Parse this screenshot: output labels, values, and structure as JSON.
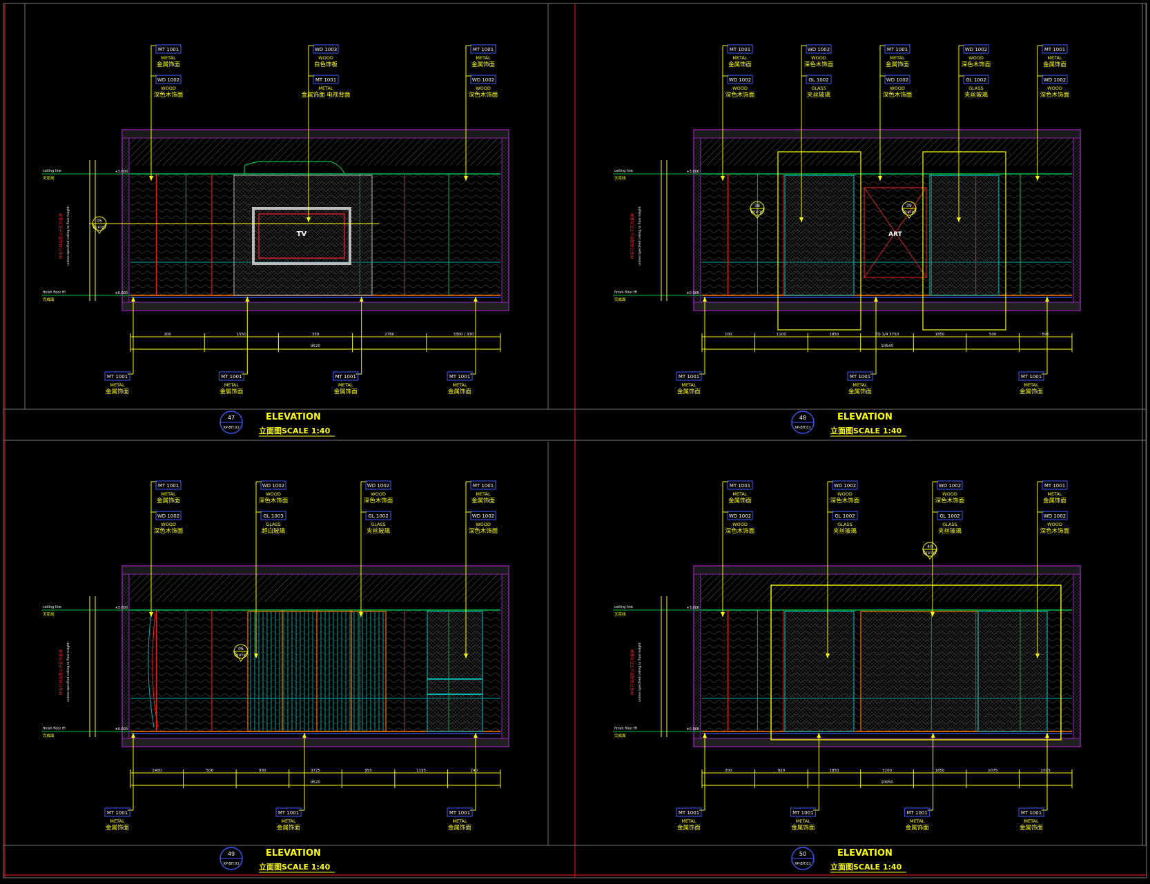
{
  "colors": {
    "background": "#000000",
    "frame": "#7a7a7a",
    "border_red": "#d01818",
    "leader": "#ffff00",
    "tag_box": "#3b5bff",
    "tag_text": "#ffffff",
    "outline_magenta": "#a020c0",
    "panel_green": "#00c040",
    "panel_cyan": "#00b0b0",
    "accent_orange": "#ff7a00",
    "accent_red": "#ff2020",
    "hatch": "#6a6a6a"
  },
  "sheets": [
    {
      "id": "s47",
      "title_number": "47",
      "title_ref": "XP-BIT.01",
      "title_en": "ELEVATION",
      "title_cn": "立面图SCALE 1:40",
      "level_top_label": "ceiling line",
      "level_top_cn": "天花线",
      "level_top_val": "+3.000",
      "level_bot_label": "finish floor ffl",
      "level_bot_cn": "完成面",
      "level_bot_val": "±0.000",
      "vertical_note_cn": "所有灯具高度以天花为基准",
      "vertical_note_en": "unless specified ceiling to floor height",
      "tv_label": "TV",
      "dims_bottom": [
        "200",
        "1550",
        "330",
        "2780",
        "3300 | 330"
      ],
      "dim_total": "9520",
      "top_tags": [
        {
          "code": "MT 1001",
          "en": "METAL",
          "cn": "金属饰面"
        },
        {
          "code": "WD 1002",
          "en": "WOOD",
          "cn": "深色木饰面"
        },
        {
          "code": "WD 1003",
          "en": "WOOD",
          "cn": "白色饰板"
        },
        {
          "code": "MT 1001",
          "en": "METAL",
          "cn": "金属饰面 电视背面"
        },
        {
          "code": "MT 1001",
          "en": "METAL",
          "cn": "金属饰面"
        },
        {
          "code": "WD 1002",
          "en": "WOOD",
          "cn": "深色木饰面"
        }
      ],
      "bottom_tags": [
        {
          "code": "MT 1001",
          "en": "METAL",
          "cn": "金属饰面"
        },
        {
          "code": "MT 1001",
          "en": "METAL",
          "cn": "金属饰面"
        },
        {
          "code": "MT 1001",
          "en": "METAL",
          "cn": "金属饰面"
        },
        {
          "code": "MT 1001",
          "en": "METAL",
          "cn": "金属饰面"
        }
      ]
    },
    {
      "id": "s48",
      "title_number": "48",
      "title_ref": "XP-BIT.01",
      "title_en": "ELEVATION",
      "title_cn": "立面图SCALE 1:40",
      "level_top_label": "ceiling line",
      "level_top_cn": "天花线",
      "level_top_val": "+3.000",
      "level_bot_label": "finish floor ffl",
      "level_bot_cn": "完成面",
      "level_bot_val": "±0.000",
      "vertical_note_cn": "所有灯具高度以天花为基准",
      "vertical_note_en": "unless specified ceiling to floor height",
      "art_label": "ART",
      "dims_bottom": [
        "100",
        "1100",
        "1850",
        "EQ 1/4 3750",
        "1850",
        "500",
        "595"
      ],
      "dim_total": "10545",
      "top_tags": [
        {
          "code": "MT 1001",
          "en": "METAL",
          "cn": "金属饰面"
        },
        {
          "code": "WD 1002",
          "en": "WOOD",
          "cn": "深色木饰面"
        },
        {
          "code": "WD 1002",
          "en": "WOOD",
          "cn": "深色木饰面"
        },
        {
          "code": "GL 1002",
          "en": "GLASS",
          "cn": "夹丝玻璃"
        },
        {
          "code": "MT 1001",
          "en": "METAL",
          "cn": "金属饰面"
        },
        {
          "code": "WD 1002",
          "en": "WOOD",
          "cn": "深色木饰面"
        },
        {
          "code": "WD 1002",
          "en": "WOOD",
          "cn": "深色木饰面"
        },
        {
          "code": "GL 1002",
          "en": "GLASS",
          "cn": "夹丝玻璃"
        },
        {
          "code": "MT 1001",
          "en": "METAL",
          "cn": "金属饰面"
        },
        {
          "code": "WD 1002",
          "en": "WOOD",
          "cn": "深色木饰面"
        }
      ],
      "bottom_tags": [
        {
          "code": "MT 1001",
          "en": "METAL",
          "cn": "金属饰面"
        },
        {
          "code": "MT 1001",
          "en": "METAL",
          "cn": "金属饰面"
        },
        {
          "code": "MT 1001",
          "en": "METAL",
          "cn": "金属饰面"
        }
      ]
    },
    {
      "id": "s49",
      "title_number": "49",
      "title_ref": "XP-BIT.01",
      "title_en": "ELEVATION",
      "title_cn": "立面图SCALE 1:40",
      "level_top_label": "ceiling line",
      "level_top_cn": "天花线",
      "level_top_val": "+3.000",
      "level_bot_label": "finish floor ffl",
      "level_bot_cn": "完成面",
      "level_bot_val": "±0.000",
      "vertical_note_cn": "所有灯具高度以天花为基准",
      "vertical_note_en": "unless specified ceiling to floor height",
      "dims_bottom": [
        "1400",
        "500",
        "930",
        "3725",
        "955",
        "1195",
        "240"
      ],
      "dim_total": "9520",
      "top_tags": [
        {
          "code": "MT 1001",
          "en": "METAL",
          "cn": "金属饰面"
        },
        {
          "code": "WD 1002",
          "en": "WOOD",
          "cn": "深色木饰面"
        },
        {
          "code": "WD 1002",
          "en": "WOOD",
          "cn": "深色木饰面"
        },
        {
          "code": "GL 1003",
          "en": "GLASS",
          "cn": "超白玻璃"
        },
        {
          "code": "WD 1002",
          "en": "WOOD",
          "cn": "深色木饰面"
        },
        {
          "code": "GL 1002",
          "en": "GLASS",
          "cn": "夹丝玻璃"
        },
        {
          "code": "MT 1001",
          "en": "METAL",
          "cn": "金属饰面"
        },
        {
          "code": "WD 1002",
          "en": "WOOD",
          "cn": "深色木饰面"
        }
      ],
      "bottom_tags": [
        {
          "code": "MT 1001",
          "en": "METAL",
          "cn": "金属饰面"
        },
        {
          "code": "MT 1001",
          "en": "METAL",
          "cn": "金属饰面"
        },
        {
          "code": "MT 1001",
          "en": "METAL",
          "cn": "金属饰面"
        }
      ]
    },
    {
      "id": "s50",
      "title_number": "50",
      "title_ref": "XP-BIT.01",
      "title_en": "ELEVATION",
      "title_cn": "立面图SCALE 1:40",
      "level_top_label": "ceiling line",
      "level_top_cn": "天花线",
      "level_top_val": "+3.000",
      "level_bot_label": "finish floor ffl",
      "level_bot_cn": "完成面",
      "level_bot_val": "±0.000",
      "vertical_note_cn": "所有灯具高度以天花为基准",
      "vertical_note_en": "unless specified ceiling to floor height",
      "dims_bottom": [
        "200",
        "920",
        "1850",
        "3100",
        "1850",
        "1075",
        "1075"
      ],
      "dim_total": "10050",
      "top_tags": [
        {
          "code": "MT 1001",
          "en": "METAL",
          "cn": "金属饰面"
        },
        {
          "code": "WD 1002",
          "en": "WOOD",
          "cn": "深色木饰面"
        },
        {
          "code": "WD 1002",
          "en": "WOOD",
          "cn": "深色木饰面"
        },
        {
          "code": "GL 1002",
          "en": "GLASS",
          "cn": "夹丝玻璃"
        },
        {
          "code": "WD 1002",
          "en": "WOOD",
          "cn": "深色木饰面"
        },
        {
          "code": "GL 1002",
          "en": "GLASS",
          "cn": "夹丝玻璃"
        },
        {
          "code": "MT 1001",
          "en": "METAL",
          "cn": "金属饰面"
        },
        {
          "code": "WD 1002",
          "en": "WOOD",
          "cn": "深色木饰面"
        }
      ],
      "bottom_tags": [
        {
          "code": "MT 1001",
          "en": "METAL",
          "cn": "金属饰面"
        },
        {
          "code": "MT 1001",
          "en": "METAL",
          "cn": "金属饰面"
        },
        {
          "code": "MT 1001",
          "en": "METAL",
          "cn": "金属饰面"
        },
        {
          "code": "MT 1001",
          "en": "METAL",
          "cn": "金属饰面"
        }
      ]
    }
  ]
}
